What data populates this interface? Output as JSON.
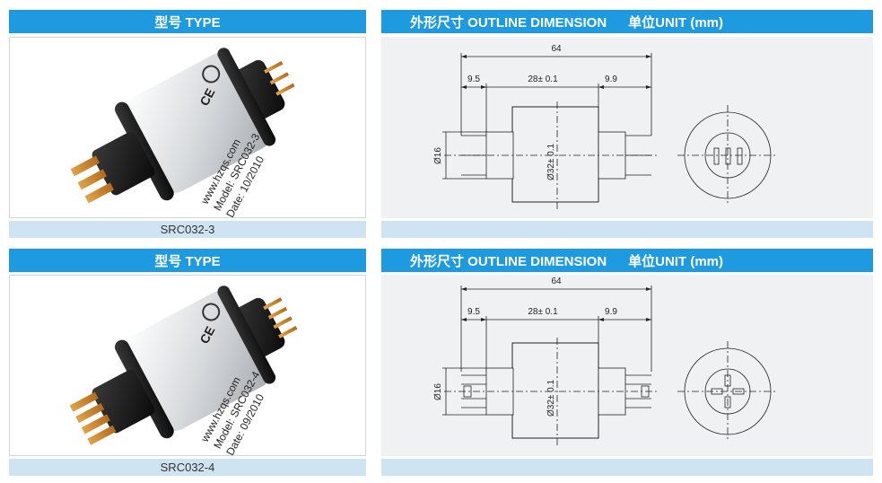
{
  "header": {
    "type_label": "型号 TYPE",
    "outline_label": "外形尺寸 OUTLINE DIMENSION",
    "unit_label": "单位UNIT (mm)"
  },
  "dimensions": {
    "total_length": "64",
    "left_length": "9.5",
    "body_length": "28± 0.1",
    "right_length": "9.9",
    "body_diameter": "Ø32± 0.1",
    "shaft_diameter": "Ø16"
  },
  "products": [
    {
      "model": "SRC032-3",
      "label_site": "www.hzqs.com",
      "label_model": "Model: SRC032-3",
      "label_date": "Date: 10/2010",
      "ce_mark": "CE"
    },
    {
      "model": "SRC032-4",
      "label_site": "www.hzqs.com",
      "label_model": "Model: SRC032-4",
      "label_date": "Date: 09/2010",
      "ce_mark": "CE"
    }
  ]
}
